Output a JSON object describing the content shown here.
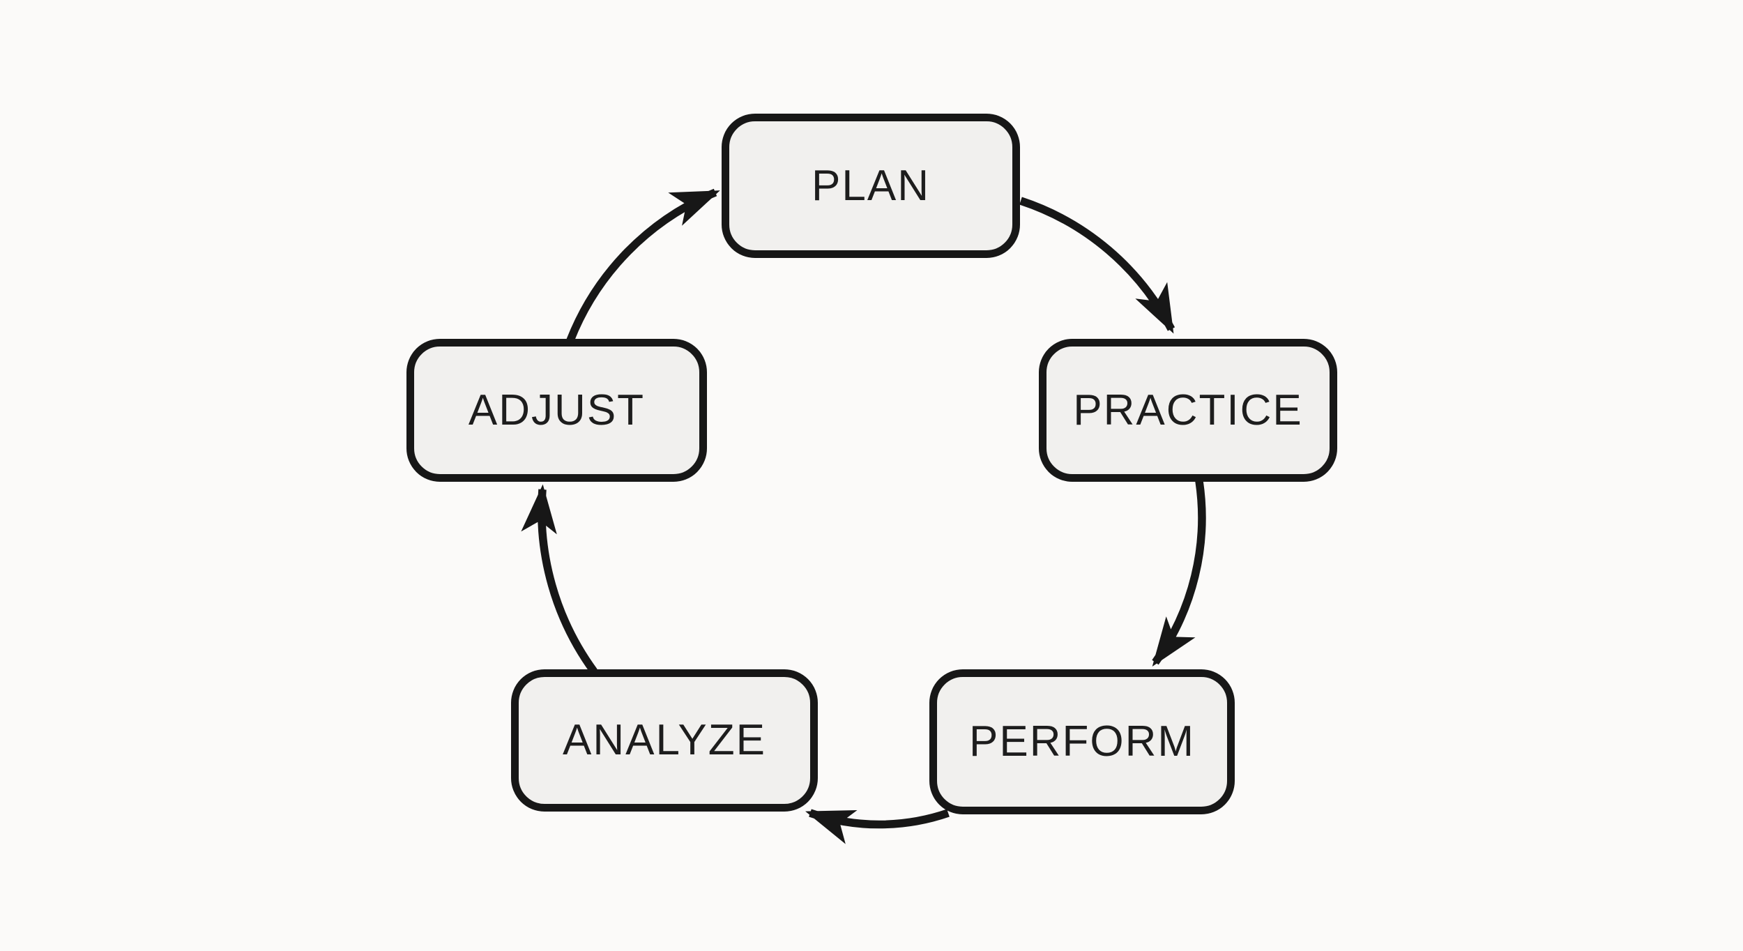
{
  "canvas": {
    "background": "#fbfaf9"
  },
  "style": {
    "node_fill": "#f1f0ee",
    "node_border": "#171717",
    "arrow_color": "#171717",
    "text_color": "#1d1d1d"
  },
  "diagram": {
    "type": "cycle",
    "direction": "clockwise",
    "nodes": [
      {
        "id": "plan",
        "label": "PLAN"
      },
      {
        "id": "practice",
        "label": "PRACTICE"
      },
      {
        "id": "perform",
        "label": "PERFORM"
      },
      {
        "id": "analyze",
        "label": "ANALYZE"
      },
      {
        "id": "adjust",
        "label": "ADJUST"
      }
    ],
    "edges": [
      {
        "from": "plan",
        "to": "practice"
      },
      {
        "from": "practice",
        "to": "perform"
      },
      {
        "from": "perform",
        "to": "analyze"
      },
      {
        "from": "analyze",
        "to": "adjust"
      },
      {
        "from": "adjust",
        "to": "plan"
      }
    ]
  }
}
